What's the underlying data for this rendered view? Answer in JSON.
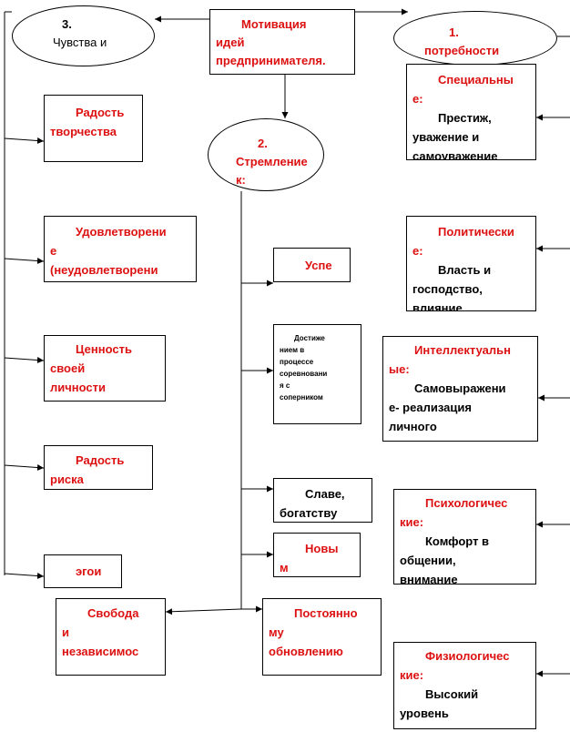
{
  "center": {
    "title_lines": [
      "Мотивация",
      "идей",
      "предпринимателя."
    ]
  },
  "feelings": {
    "title_lines": [
      "3.",
      "Чувства и"
    ],
    "items": [
      [
        "Радость",
        "творчества"
      ],
      [
        "Удовлетворени",
        "е",
        "(неудовлетворени"
      ],
      [
        "Ценность",
        "своей",
        "личности"
      ],
      [
        "Радость",
        "риска"
      ],
      [
        "эгои"
      ],
      [
        "Свобода",
        "и",
        "независимос"
      ]
    ]
  },
  "needs": {
    "title_lines": [
      "1.",
      "потребности"
    ],
    "items": [
      {
        "head": [
          "Специальны",
          "е:"
        ],
        "body": [
          "Престиж,",
          "уважение  и",
          "самоуважение"
        ]
      },
      {
        "head": [
          "Политически",
          "е:"
        ],
        "body": [
          "Власть и",
          "господство,",
          "влияние"
        ]
      },
      {
        "head": [
          "Интеллектуальн",
          "ые:"
        ],
        "body": [
          "Самовыражени",
          "е- реализация",
          "личного"
        ]
      },
      {
        "head": [
          "Психологичес",
          "кие:"
        ],
        "body": [
          "Комфорт в",
          "общении,",
          "внимание"
        ]
      },
      {
        "head": [
          "Физиологичес",
          "кие:"
        ],
        "body": [
          "Высокий",
          "уровень"
        ]
      }
    ]
  },
  "aspirations": {
    "title_lines": [
      "2.",
      "Стремление",
      "к:"
    ],
    "items": [
      [
        "Успе"
      ],
      [
        "Достиже",
        "нием в",
        "процессе",
        "соревновани",
        "я с",
        "соперником"
      ],
      [
        "Славе,",
        "богатству"
      ],
      [
        "Новы",
        "м"
      ],
      [
        "Постоянно",
        "му",
        "обновлению"
      ]
    ]
  }
}
